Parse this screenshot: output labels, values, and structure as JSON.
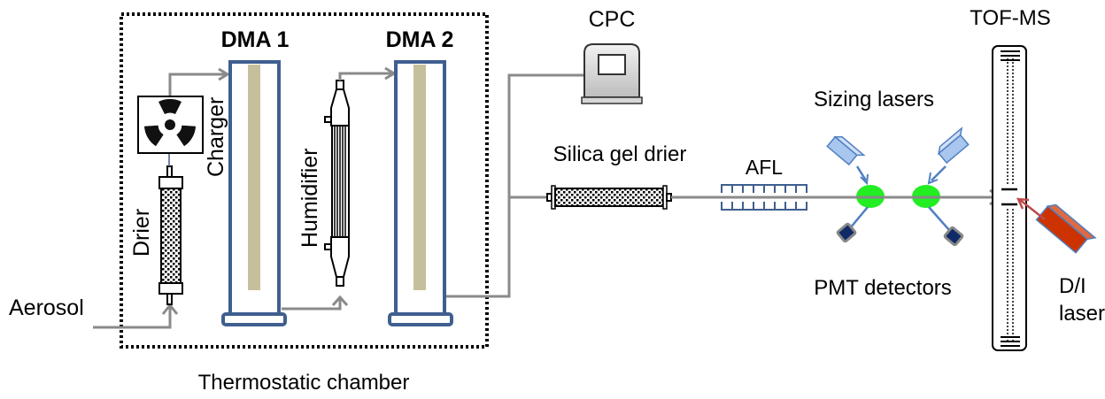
{
  "labels": {
    "dma1": "DMA 1",
    "dma2": "DMA 2",
    "charger": "Charger",
    "humidifier": "Humidifier",
    "drier": "Drier",
    "aerosol": "Aerosol",
    "thermostatic_chamber": "Thermostatic chamber",
    "cpc": "CPC",
    "silica_gel_drier": "Silica gel drier",
    "afl": "AFL",
    "sizing_lasers": "Sizing lasers",
    "pmt_detectors": "PMT detectors",
    "tof_ms": "TOF-MS",
    "di_laser_line1": "D/I",
    "di_laser_line2": "laser"
  },
  "colors": {
    "dma_outline": "#3f5f8f",
    "dma_rod": "#c6bf9b",
    "pipe": "#8a8a8a",
    "sizing_laser": "#a9c6ee",
    "laser_beam": "#4f7fc0",
    "detection_spot": "#22ee22",
    "pmt": "#0f2a66",
    "di_laser": "#cc3300",
    "di_beam": "#c04a4a"
  }
}
